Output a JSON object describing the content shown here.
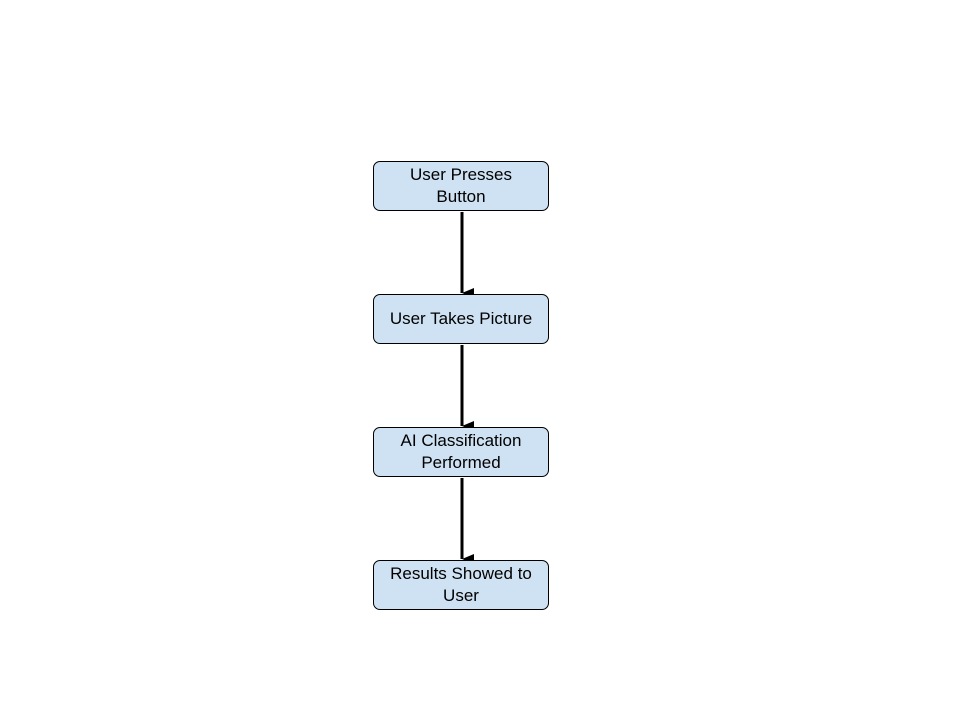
{
  "nodes": [
    {
      "label": "User Presses Button"
    },
    {
      "label": "User Takes Picture"
    },
    {
      "label": "AI Classification Performed"
    },
    {
      "label": "Results Showed to User"
    }
  ],
  "edges": [
    {
      "from": 0,
      "to": 1
    },
    {
      "from": 1,
      "to": 2
    },
    {
      "from": 2,
      "to": 3
    }
  ],
  "colors": {
    "node_fill": "#cfe2f3",
    "node_border": "#000000",
    "arrow": "#000000"
  }
}
